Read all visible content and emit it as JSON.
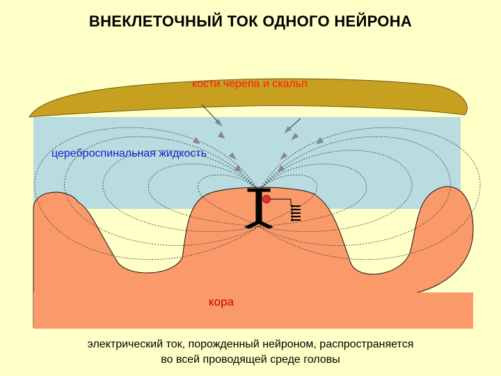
{
  "title": "ВНЕКЛЕТОЧНЫЙ ТОК ОДНОГО НЕЙРОНА",
  "labels": {
    "bone": "кости черепа и скальп",
    "csf": "цереброспинальная жидкость",
    "cortex": "кора"
  },
  "caption": {
    "line1": "электрический ток, порожденный нейроном, распространяется",
    "line2": "во всей проводящей среде головы"
  },
  "colors": {
    "background": "#ffffc8",
    "bone": "#c8a020",
    "csf": "#b8dce0",
    "cortex": "#fa9a6a",
    "field_lines": "#333333",
    "arrows": "#888888",
    "neuron": "#000000",
    "electrode_dot": "#e03030"
  }
}
